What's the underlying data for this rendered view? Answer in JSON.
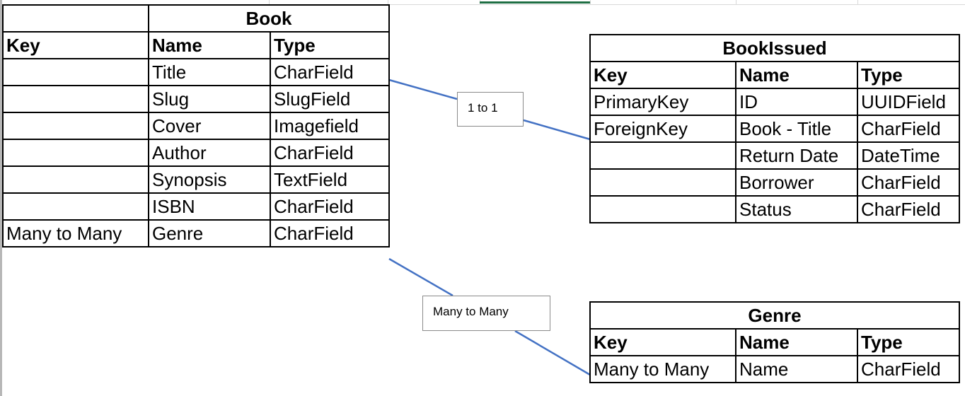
{
  "book": {
    "title": "Book",
    "headers": [
      "Key",
      "Name",
      "Type"
    ],
    "rows": [
      [
        "",
        "Title",
        "CharField"
      ],
      [
        "",
        "Slug",
        "SlugField"
      ],
      [
        "",
        "Cover",
        "Imagefield"
      ],
      [
        "",
        "Author",
        "CharField"
      ],
      [
        "",
        "Synopsis",
        "TextField"
      ],
      [
        "",
        "ISBN",
        "CharField"
      ],
      [
        "Many to Many",
        "Genre",
        "CharField"
      ]
    ]
  },
  "book_issued": {
    "title": "BookIssued",
    "headers": [
      "Key",
      "Name",
      "Type"
    ],
    "rows": [
      [
        "PrimaryKey",
        "ID",
        "UUIDField"
      ],
      [
        "ForeignKey",
        "Book - Title",
        "CharField"
      ],
      [
        "",
        "Return Date",
        "DateTime"
      ],
      [
        "",
        "Borrower",
        "CharField"
      ],
      [
        "",
        "Status",
        "CharField"
      ]
    ]
  },
  "genre": {
    "title": "Genre",
    "headers": [
      "Key",
      "Name",
      "Type"
    ],
    "rows": [
      [
        "Many to Many",
        "Name",
        "CharField"
      ]
    ]
  },
  "relationships": {
    "book_to_bookissued": "1 to 1",
    "book_to_genre": "Many to Many"
  },
  "colors": {
    "connector": "#4472c4",
    "border": "#000000",
    "sheet_selection": "#1e6e43"
  }
}
